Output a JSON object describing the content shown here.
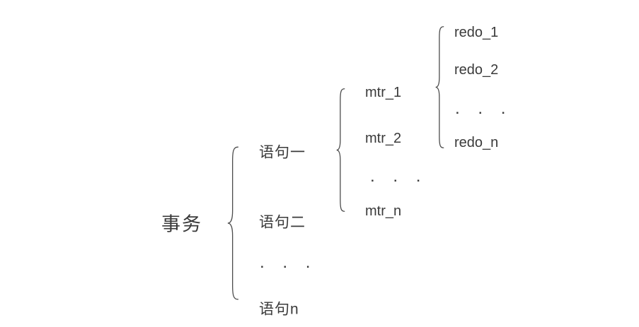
{
  "diagram": {
    "root_label": "事务",
    "statements": [
      "语句一",
      "语句二",
      "· · ·",
      "语句n"
    ],
    "mtrs": [
      "mtr_1",
      "mtr_2",
      "· · ·",
      "mtr_n"
    ],
    "redos": [
      "redo_1",
      "redo_2",
      "· · ·",
      "redo_n"
    ]
  },
  "colors": {
    "text": "#3a3a3a",
    "brace": "#4c4c4c",
    "background": "#ffffff"
  }
}
